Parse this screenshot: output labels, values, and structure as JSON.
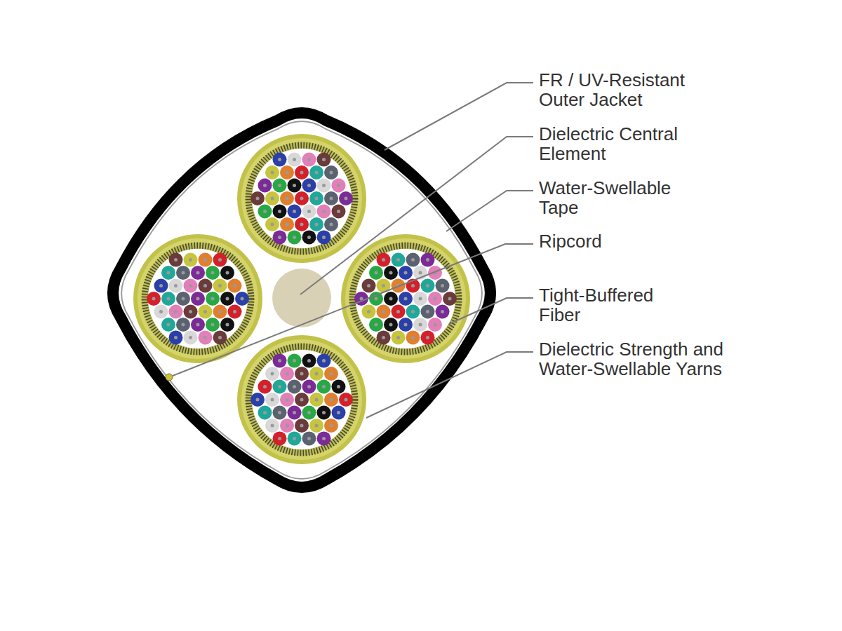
{
  "diagram": {
    "labels": [
      "FR / UV-Resistant Outer Jacket",
      "Dielectric Central Element",
      "Water-Swellable Tape",
      "Ripcord",
      "Tight-Buffered Fiber",
      "Dielectric Strength and Water-Swellable Yarns"
    ]
  }
}
